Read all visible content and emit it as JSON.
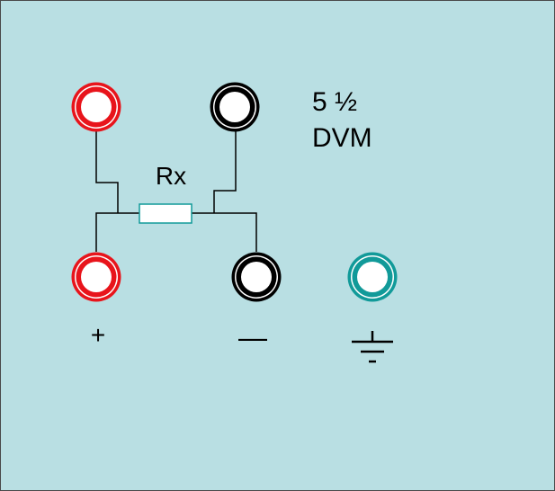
{
  "labels": {
    "instrument_line1": "5 ½",
    "instrument_line2": "DVM",
    "resistor": "Rx",
    "plus": "+",
    "minus": "—"
  },
  "colors": {
    "panel_background": "#b9dfe3",
    "panel_border": "#4a4a4a",
    "red_terminal": "#e8141b",
    "black_terminal": "#000000",
    "ground_terminal": "#119a99",
    "resistor_border": "#119a99",
    "wire": "#000000"
  },
  "terminals": [
    {
      "id": "sense-plus",
      "color": "red",
      "icon": "binding-post-icon"
    },
    {
      "id": "sense-minus",
      "color": "black",
      "icon": "binding-post-icon"
    },
    {
      "id": "input-plus",
      "color": "red",
      "icon": "binding-post-icon"
    },
    {
      "id": "input-minus",
      "color": "black",
      "icon": "binding-post-icon"
    },
    {
      "id": "ground",
      "color": "teal",
      "icon": "binding-post-icon"
    }
  ],
  "ground_symbol": "ground-icon"
}
